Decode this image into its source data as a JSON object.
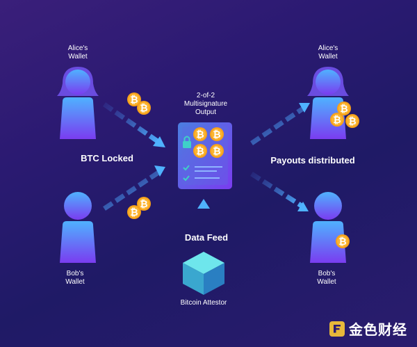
{
  "diagram": {
    "alice_left": {
      "line1": "Alice's",
      "line2": "Wallet"
    },
    "bob_left": {
      "line1": "Bob's",
      "line2": "Wallet"
    },
    "alice_right": {
      "line1": "Alice's",
      "line2": "Wallet"
    },
    "bob_right": {
      "line1": "Bob's",
      "line2": "Wallet"
    },
    "multisig": {
      "line1": "2-of-2",
      "line2": "Multisignature",
      "line3": "Output"
    },
    "btc_locked": "BTC Locked",
    "payouts_distributed": "Payouts distributed",
    "data_feed": "Data Feed",
    "attestor": "Bitcoin Attestor"
  },
  "watermark": {
    "text": "金色财经"
  },
  "icons": {
    "coin": "bitcoin-coin-icon",
    "person": "person-icon",
    "document": "multisig-document-icon",
    "cube": "attestor-cube-icon",
    "lock": "lock-icon",
    "check": "checkmark-icon"
  },
  "colors": {
    "coin": "#f7a11a",
    "coin_inner": "#ffffff",
    "person_top": "#5aa8ff",
    "person_bottom": "#7b3df0",
    "arrow": "#4aa6e8",
    "document": "#6a3fd8",
    "cube": "#3fc6d6"
  }
}
